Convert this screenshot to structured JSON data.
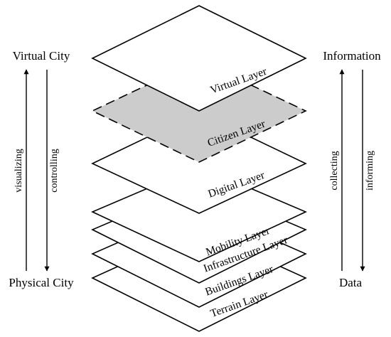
{
  "left": {
    "top_label": "Virtual City",
    "bottom_label": "Physical City",
    "up_arrow_label": "visualizing",
    "down_arrow_label": "controlling"
  },
  "right": {
    "top_label": "Information",
    "bottom_label": "Data",
    "up_arrow_label": "collecting",
    "down_arrow_label": "informing"
  },
  "layers": [
    {
      "label": "Virtual Layer",
      "fill": "#ffffff",
      "dashed": false
    },
    {
      "label": "Citizen Layer",
      "fill": "#cccccc",
      "dashed": true
    },
    {
      "label": "Digital Layer",
      "fill": "#ffffff",
      "dashed": false
    },
    {
      "label": "Mobility Layer",
      "fill": "#ffffff",
      "dashed": false
    },
    {
      "label": "Infrastructure Layer",
      "fill": "#ffffff",
      "dashed": false
    },
    {
      "label": "Buildings Layer",
      "fill": "#ffffff",
      "dashed": false
    },
    {
      "label": "Terrain Layer",
      "fill": "#ffffff",
      "dashed": false
    }
  ]
}
